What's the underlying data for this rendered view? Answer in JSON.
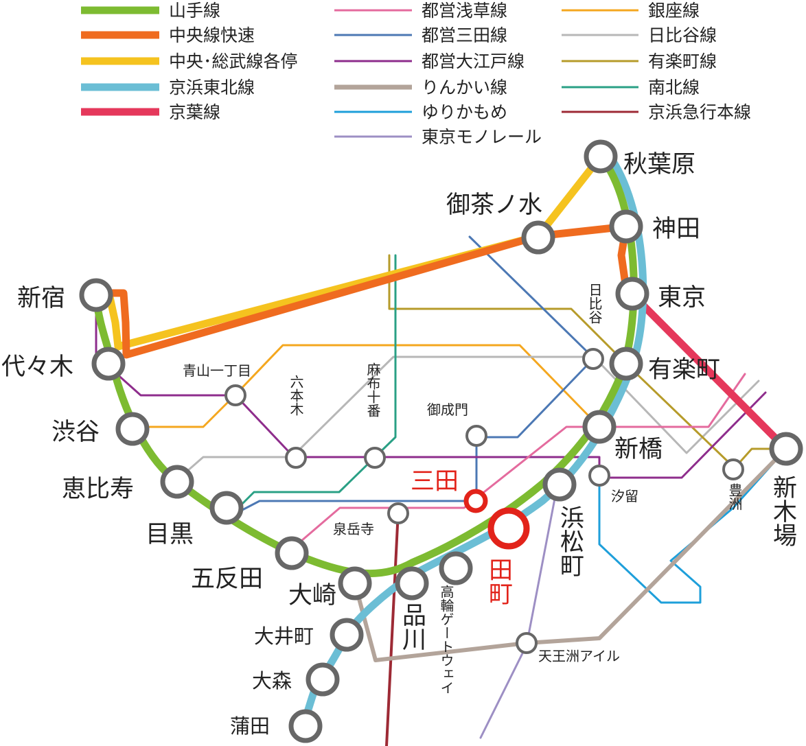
{
  "legend": {
    "col1": [
      {
        "label": "山手線",
        "color": "#7dbb31"
      },
      {
        "label": "中央線快速",
        "color": "#ef6b1f"
      },
      {
        "label": "中央･総武線各停",
        "color": "#f5c31f"
      },
      {
        "label": "京浜東北線",
        "color": "#6bbed5"
      },
      {
        "label": "京葉線",
        "color": "#e5385b"
      }
    ],
    "col2": [
      {
        "label": "都営浅草線",
        "color": "#e46b9e"
      },
      {
        "label": "都営三田線",
        "color": "#4c78b4"
      },
      {
        "label": "都営大江戸線",
        "color": "#8e2d8c"
      },
      {
        "label": "りんかい線",
        "color": "#b3a49a"
      },
      {
        "label": "ゆりかもめ",
        "color": "#1e9fda"
      },
      {
        "label": "東京モノレール",
        "color": "#9d8fc4"
      }
    ],
    "col3": [
      {
        "label": "銀座線",
        "color": "#f4a71f"
      },
      {
        "label": "日比谷線",
        "color": "#b7b7b7"
      },
      {
        "label": "有楽町線",
        "color": "#b69b2a"
      },
      {
        "label": "南北線",
        "color": "#2aa085"
      },
      {
        "label": "京浜急行本線",
        "color": "#9d2a35"
      }
    ]
  },
  "stations": {
    "akihabara": "秋葉原",
    "ochanomizu": "御茶ノ水",
    "kanda": "神田",
    "tokyo": "東京",
    "hibiya": "日比谷",
    "yurakucho": "有楽町",
    "shinjuku": "新宿",
    "yoyogi": "代々木",
    "aoyama_itchome": "青山一丁目",
    "roppongi": "六本木",
    "azabu_juban": "麻布十番",
    "onarimon": "御成門",
    "shibuya": "渋谷",
    "shimbashi": "新橋",
    "ebisu": "恵比寿",
    "mita": "三田",
    "shiodome": "汐留",
    "toyosu": "豊洲",
    "shin_kiba": "新木場",
    "meguro": "目黒",
    "sengakuji": "泉岳寺",
    "hamamatsucho": "浜松町",
    "tamachi": "田町",
    "gotanda": "五反田",
    "osaki": "大崎",
    "shinagawa": "品川",
    "takanawa_gateway": "高輪ゲートウェイ",
    "oimachi": "大井町",
    "tennozu_isle": "天王洲アイル",
    "omori": "大森",
    "kamata": "蒲田"
  },
  "highlight_color": "#e2231a"
}
